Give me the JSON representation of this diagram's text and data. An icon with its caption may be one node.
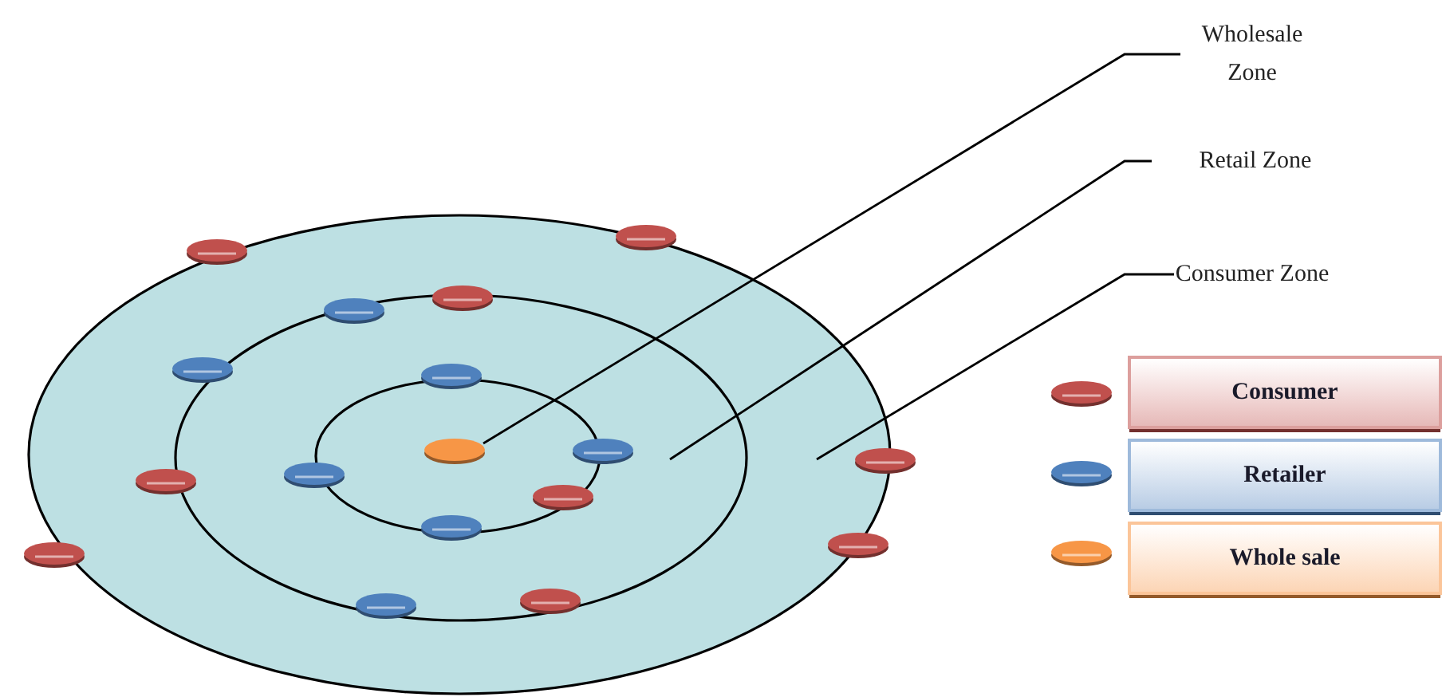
{
  "diagram": {
    "nodes": [
      {
        "text": [
          "Wholesale Zone"
        ]
      },
      {
        "text": [
          "Retail Zone"
        ]
      },
      {
        "text": [
          "Consumer Zone"
        ]
      },
      {
        "text": [],
        "shape": "ellipse"
      },
      {
        "text": [],
        "shape": "ellipse",
        "in": 3
      },
      {
        "text": [],
        "shape": "ellipse",
        "in": 4
      },
      {
        "text": [],
        "shape": "ellipse",
        "in": 5
      }
    ],
    "edges": [
      {
        "from": 0,
        "to": 6,
        "arrow": "none"
      },
      {
        "from": 1,
        "to": 4,
        "arrow": "none"
      },
      {
        "from": 2,
        "to": 3,
        "arrow": "none"
      }
    ],
    "legend": [
      {
        "text": "Consumer",
        "color": "#c0504d"
      },
      {
        "text": "Retailer",
        "color": "#4f81bd"
      },
      {
        "text": "Whole sale",
        "color": "#f79646"
      }
    ]
  }
}
